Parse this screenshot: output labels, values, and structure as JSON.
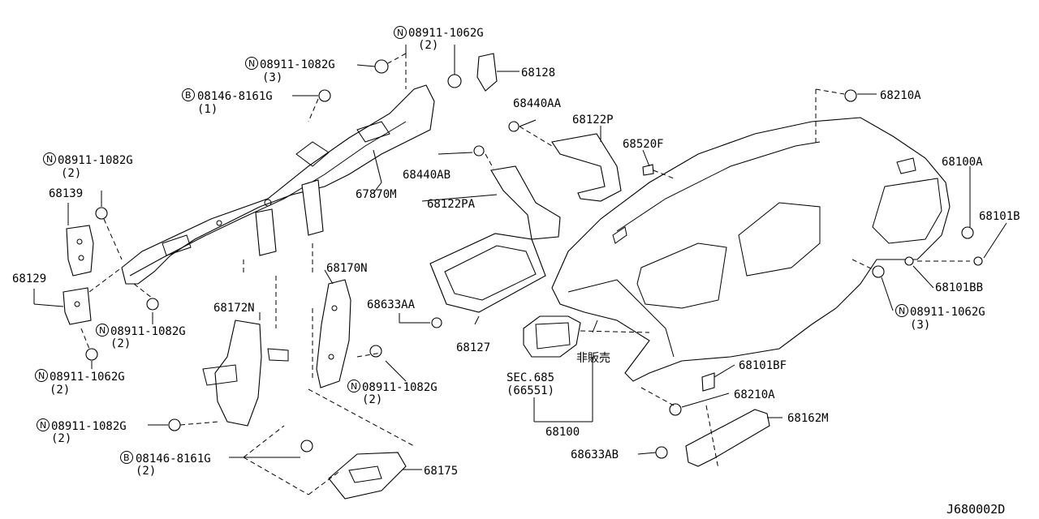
{
  "diagram_id": "J680002D",
  "callouts": [
    {
      "id": "n_08911_1062g_top",
      "prefix": "N",
      "part": "08911-1062G",
      "qty": "(2)"
    },
    {
      "id": "n_08911_1082g_top",
      "prefix": "N",
      "part": "08911-1082G",
      "qty": "(3)"
    },
    {
      "id": "b_08146_8161g_top",
      "prefix": "B",
      "part": "08146-8161G",
      "qty": "(1)"
    },
    {
      "id": "n_08911_1082g_left",
      "prefix": "N",
      "part": "08911-1082G",
      "qty": "(2)"
    },
    {
      "id": "n_08911_1082g_mid",
      "prefix": "N",
      "part": "08911-1082G",
      "qty": "(2)"
    },
    {
      "id": "n_08911_1062g_left",
      "prefix": "N",
      "part": "08911-1062G",
      "qty": "(2)"
    },
    {
      "id": "n_08911_1082g_low",
      "prefix": "N",
      "part": "08911-1082G",
      "qty": "(2)"
    },
    {
      "id": "b_08146_8161g_low",
      "prefix": "B",
      "part": "08146-8161G",
      "qty": "(2)"
    },
    {
      "id": "n_08911_1082g_center",
      "prefix": "N",
      "part": "08911-1082G",
      "qty": "(2)"
    },
    {
      "id": "n_08911_1062g_right",
      "prefix": "N",
      "part": "08911-1062G",
      "qty": "(3)"
    }
  ],
  "labels": {
    "p68128": "68128",
    "p68440AA": "68440AA",
    "p68122P": "68122P",
    "p68520F": "68520F",
    "p68210A_top": "68210A",
    "p68100A": "68100A",
    "p68101B": "68101B",
    "p68101BB": "68101BB",
    "p68440AB": "68440AB",
    "p67870M": "67870M",
    "p68122PA": "68122PA",
    "p68139": "68139",
    "p68129": "68129",
    "p68170N": "68170N",
    "p68172N": "68172N",
    "p68633AA": "68633AA",
    "p68127": "68127",
    "p_not_for_sale": "非販売",
    "sec685": "SEC.685",
    "sec685_ref": "(66551)",
    "p68100": "68100",
    "p68101BF": "68101BF",
    "p68210A_low": "68210A",
    "p68162M": "68162M",
    "p68633AB": "68633AB",
    "p68175": "68175"
  }
}
